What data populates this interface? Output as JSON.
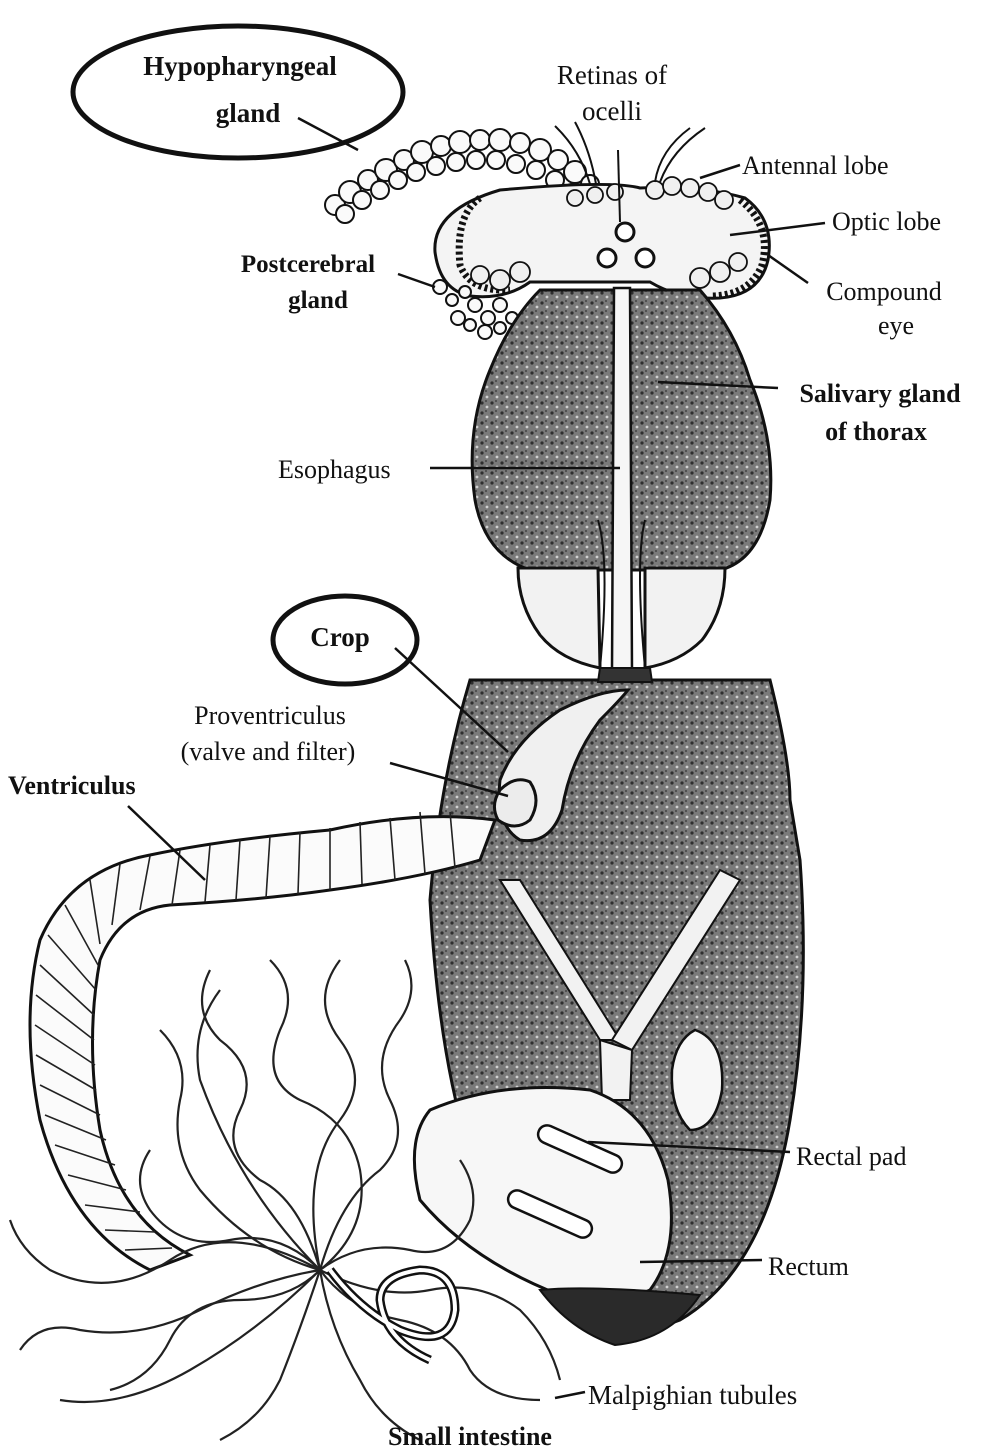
{
  "labels": {
    "hypopharyngeal_gland": [
      "Hypopharyngeal",
      "gland"
    ],
    "retinas_of_ocelli": [
      "Retinas of",
      "ocelli"
    ],
    "antennal_lobe": "Antennal lobe",
    "optic_lobe": "Optic lobe",
    "compound_eye": [
      "Compound",
      "eye"
    ],
    "postcerebral_gland": [
      "Postcerebral",
      "gland"
    ],
    "salivary_gland_of_thorax": [
      "Salivary gland",
      "of thorax"
    ],
    "esophagus": "Esophagus",
    "crop": "Crop",
    "proventriculus": [
      "Proventriculus",
      "(valve and filter)"
    ],
    "ventriculus": "Ventriculus",
    "rectal_pad": "Rectal pad",
    "rectum": "Rectum",
    "malpighian_tubules": "Malpighian tubules",
    "small_intestine": "Small intestine"
  },
  "highlighted": [
    "Hypopharyngeal gland",
    "Crop"
  ]
}
